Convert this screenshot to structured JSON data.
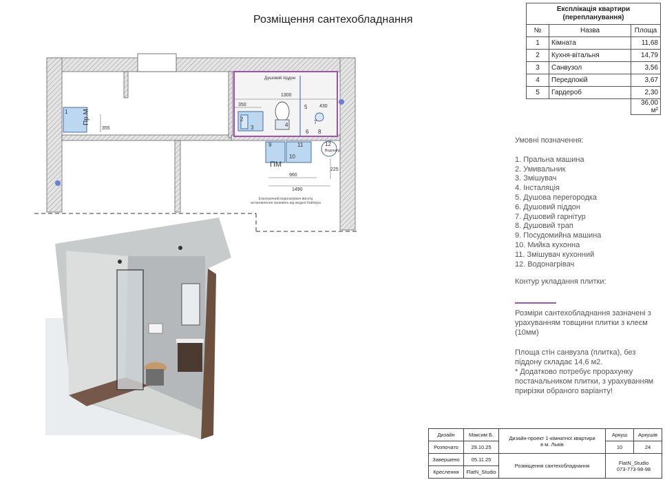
{
  "sheet": {
    "title": "Розміщення сантехобладнання"
  },
  "explication": {
    "title_line1": "Експлікація квартири",
    "title_line2": "(перепланування)",
    "columns": [
      "№",
      "Назва",
      "Площа"
    ],
    "rows": [
      {
        "no": "1",
        "name": "Кімната",
        "area": "11,68"
      },
      {
        "no": "2",
        "name": "Кухня-вітальня",
        "area": "14,79"
      },
      {
        "no": "3",
        "name": "Санвузол",
        "area": "3,56"
      },
      {
        "no": "4",
        "name": "Передпокій",
        "area": "3,67"
      },
      {
        "no": "5",
        "name": "Гардероб",
        "area": "2,30"
      }
    ],
    "total": "36,00 м²"
  },
  "legend": {
    "header": "Умовні позначення:",
    "items": [
      "1.   Пральна машина",
      "2.   Умивальник",
      "3.   Змішувач",
      "4.   Інсталяція",
      "5.   Душова перегородка",
      "6.   Душовий піддон",
      "7.   Душовий гарнітур",
      "8.   Душовий трап",
      "9.   Посудомийна машина",
      "10. Мийка кухонна",
      "11. Змішувач кухонний",
      "12. Водонагрівач"
    ],
    "tile_contour": "Контур укладання плитки:",
    "tile_color": "#a14fb0",
    "note_dimensions": "Розміри сантехобладнання зазначені з урахуванням товщини плитки з клеєм (10мм)",
    "note_area": "Площа стін санвузла (плитка), без піддону складає 14,6 м2.",
    "note_extra": "* Додатково потребує прорахунку постачальником плитки, з урахуванням прирізки обраного варіанту!"
  },
  "plan": {
    "room_labels": [
      "1",
      "Пр.М.",
      "ПМ",
      "2",
      "3",
      "4",
      "5",
      "6",
      "7",
      "8",
      "9",
      "10",
      "11",
      "12"
    ],
    "dims": [
      "1300",
      "430",
      "350",
      "355",
      "960",
      "1490",
      "225"
    ],
    "note_top": "Душовий піддон",
    "boiler_label": "Водонагр.",
    "note_bottom": "Електричний водонагрівач висота встановлення залежить від моделі бойлера"
  },
  "title_block": {
    "design_label": "Дизайн",
    "designer": "Максим Б.",
    "project_line1": "Дизайн-проект 1-кімнатної квартири",
    "project_line2": "в м. Львів",
    "sheet_label": "Аркуш",
    "sheets_label": "Аркушів",
    "started_label": "Розпочато",
    "started": "29.10.25",
    "sheet_no": "10",
    "sheets_total": "24",
    "finished_label": "Завершено",
    "finished": "05.11.25",
    "drawing_title": "Розміщення сантехобладнання",
    "studio_line1": "FlatN_Studio",
    "studio_line2": "073-773-98-98",
    "drafting_label": "Креслення",
    "drafter": "FlatN_Studio"
  }
}
